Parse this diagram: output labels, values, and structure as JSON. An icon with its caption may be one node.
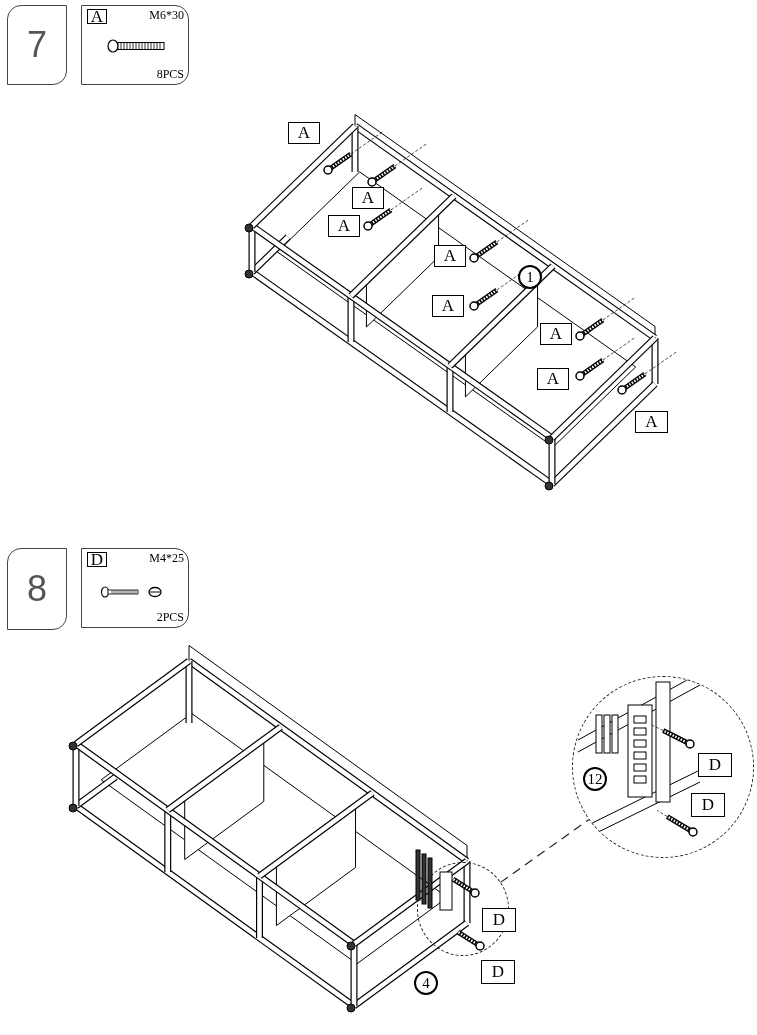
{
  "diagram": {
    "nodes": [
      {
        "text": [
          "7"
        ]
      },
      {
        "text": [
          "M6*30",
          "8PCS"
        ]
      },
      {
        "text": [
          "A"
        ],
        "in": 1
      },
      {
        "text": [
          "A"
        ]
      },
      {
        "text": [
          "A"
        ]
      },
      {
        "text": [
          "A"
        ]
      },
      {
        "text": [
          "A"
        ]
      },
      {
        "text": [
          "1"
        ]
      },
      {
        "text": [
          "A"
        ]
      },
      {
        "text": [
          "A"
        ]
      },
      {
        "text": [
          "A"
        ]
      },
      {
        "text": [
          "A"
        ]
      },
      {
        "text": [
          "8"
        ]
      },
      {
        "text": [
          "M4*25",
          "2PCS"
        ]
      },
      {
        "text": [
          "D"
        ],
        "in": 13
      },
      {
        "text": [],
        "shape": "circle"
      },
      {
        "text": [],
        "shape": "circle"
      },
      {
        "text": [
          "12"
        ],
        "in": 16
      },
      {
        "text": [
          "D"
        ],
        "in": 16
      },
      {
        "text": [
          "D"
        ],
        "in": 16
      },
      {
        "text": [
          "D"
        ]
      },
      {
        "text": [
          "4"
        ]
      },
      {
        "text": [
          "D"
        ]
      }
    ],
    "edges": [
      {
        "from": 15,
        "to": 16,
        "arrow": "none",
        "style": "dashed"
      }
    ]
  }
}
